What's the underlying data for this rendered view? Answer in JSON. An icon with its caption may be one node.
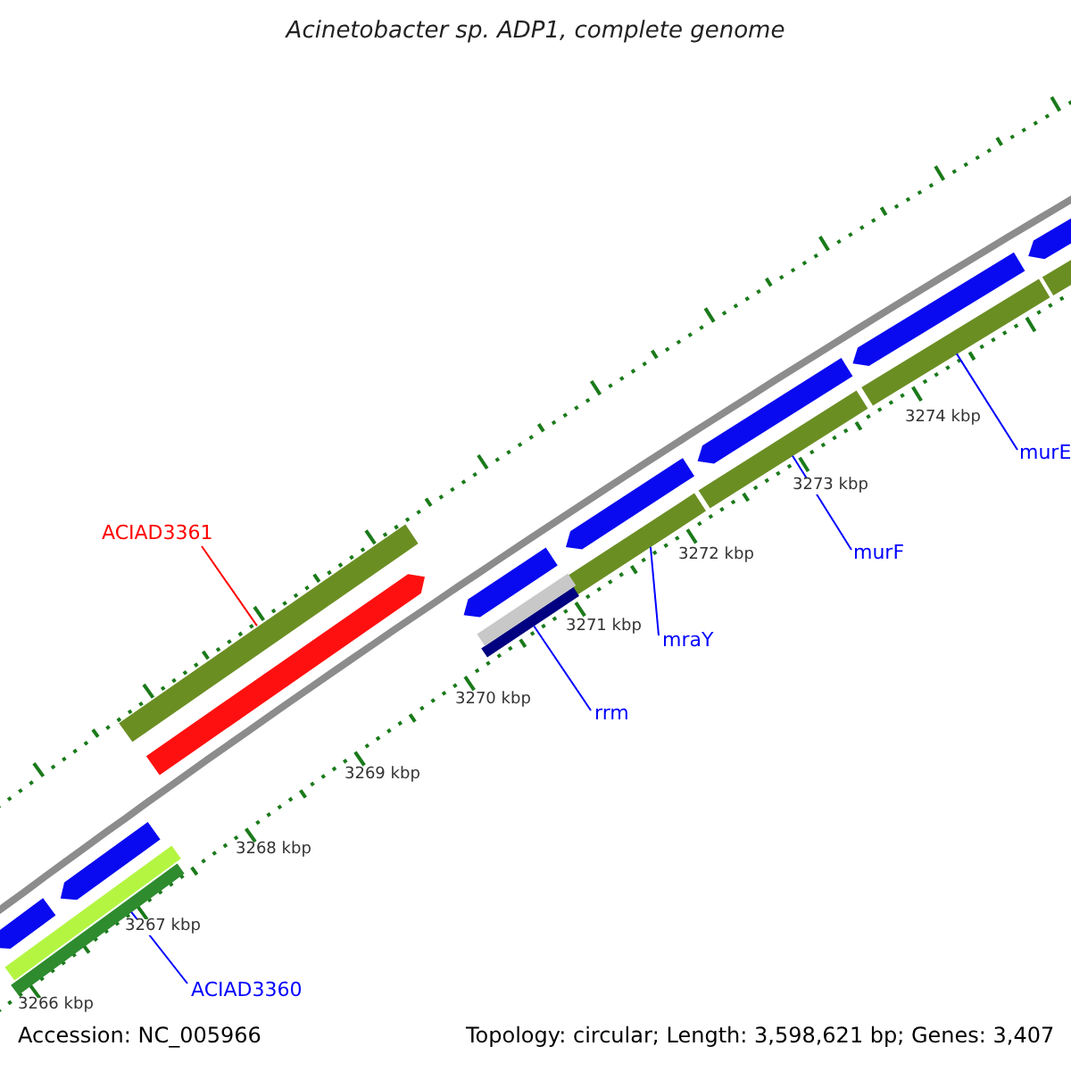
{
  "diagram": {
    "title": "Acinetobacter sp. ADP1, complete genome",
    "nodes": [
      {
        "text": [
          "ACIAD3361"
        ]
      },
      {
        "text": [],
        "shape": "bar"
      },
      {
        "text": [
          "murE"
        ]
      },
      {
        "text": [],
        "shape": "bar"
      },
      {
        "text": [
          "murF"
        ]
      },
      {
        "text": [],
        "shape": "bar"
      },
      {
        "text": [
          "mraY"
        ]
      },
      {
        "text": [],
        "shape": "bar"
      },
      {
        "text": [
          "rrm"
        ]
      },
      {
        "text": [],
        "shape": "bar"
      },
      {
        "text": [
          "ACIAD3360"
        ]
      },
      {
        "text": [],
        "shape": "bar"
      },
      {
        "text": [],
        "shape": "bar"
      },
      {
        "text": [],
        "shape": "bar"
      },
      {
        "text": [],
        "shape": "bar"
      },
      {
        "text": [],
        "shape": "bar"
      },
      {
        "text": [],
        "shape": "bar"
      },
      {
        "text": [],
        "shape": "bar"
      },
      {
        "text": [],
        "shape": "bar"
      },
      {
        "text": [],
        "shape": "bar"
      },
      {
        "text": [],
        "shape": "bar"
      },
      {
        "text": [],
        "shape": "bar"
      },
      {
        "text": [],
        "shape": "bar"
      }
    ],
    "edges": [
      {
        "from": 0,
        "to": 1,
        "arrow": "none",
        "color": "#ff0000"
      },
      {
        "from": 2,
        "to": 3,
        "arrow": "none"
      },
      {
        "from": 4,
        "to": 5,
        "arrow": "none"
      },
      {
        "from": 6,
        "to": 7,
        "arrow": "none"
      },
      {
        "from": 8,
        "to": 9,
        "arrow": "none"
      },
      {
        "from": 10,
        "to": 11,
        "arrow": "none"
      }
    ],
    "labels": [
      "3274 kbp",
      "3273 kbp",
      "3272 kbp",
      "3271 kbp",
      "3270 kbp",
      "3269 kbp",
      "3268 kbp",
      "3267 kbp",
      "3266 kbp",
      "Accession: NC_005966",
      "Topology: circular; Length: 3,598,621 bp; Genes: 3,407"
    ]
  }
}
